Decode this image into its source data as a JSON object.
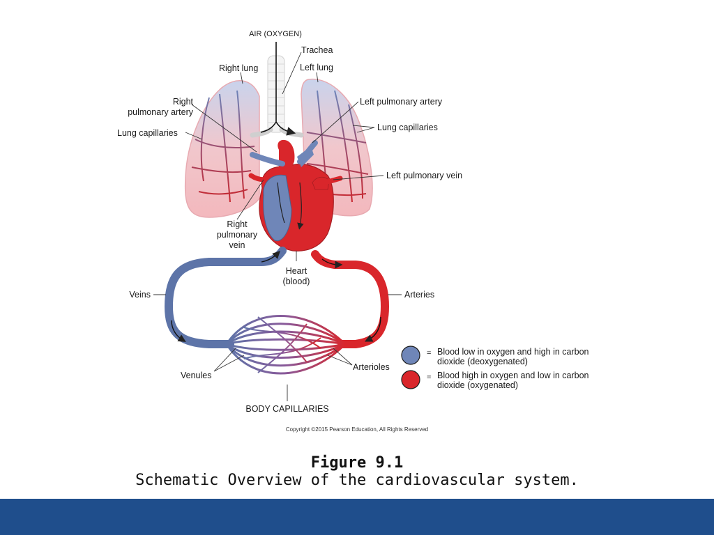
{
  "diagram": {
    "labels": {
      "air": "AIR (OXYGEN)",
      "trachea": "Trachea",
      "right_lung": "Right lung",
      "left_lung": "Left lung",
      "right_pulmonary_artery_1": "Right",
      "right_pulmonary_artery_2": "pulmonary artery",
      "left_pulmonary_artery": "Left pulmonary artery",
      "lung_capillaries_left_side": "Lung capillaries",
      "lung_capillaries_right_side": "Lung capillaries",
      "left_pulmonary_vein": "Left pulmonary vein",
      "right_pulmonary_vein_1": "Right",
      "right_pulmonary_vein_2": "pulmonary",
      "right_pulmonary_vein_3": "vein",
      "heart_1": "Heart",
      "heart_2": "(blood)",
      "veins": "Veins",
      "arteries": "Arteries",
      "venules": "Venules",
      "arterioles": "Arterioles",
      "body_capillaries": "BODY CAPILLARIES"
    },
    "legend": {
      "deoxy_line1": "Blood low in oxygen and high in carbon",
      "deoxy_line2": "dioxide (deoxygenated)",
      "oxy_line1": "Blood high in oxygen and low in carbon",
      "oxy_line2": "dioxide (oxygenated)",
      "equals": "=",
      "deoxy_color": "#6f86b8",
      "oxy_color": "#d9262b"
    },
    "copyright": "Copyright ©2015 Pearson Education, All Rights Reserved"
  },
  "caption": {
    "figure_number": "Figure 9.1",
    "title": "Schematic Overview of the cardiovascular system."
  },
  "colors": {
    "footer_bar": "#1f4e8c"
  }
}
